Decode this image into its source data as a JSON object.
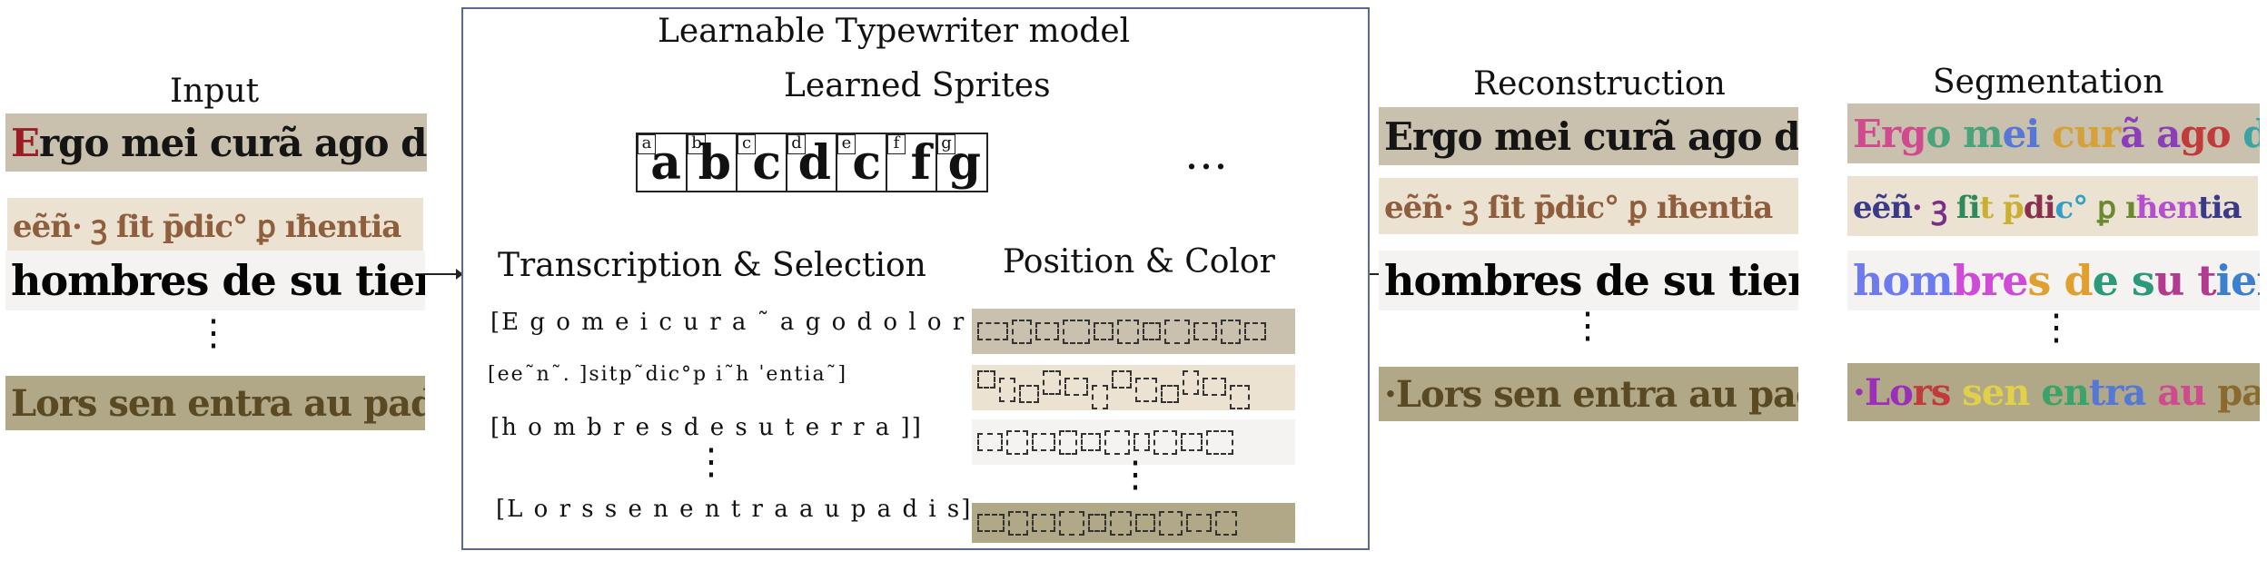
{
  "input": {
    "title": "Input",
    "lines": [
      {
        "text": "Ergo mei curã ago dolorẽ",
        "bg": "#c9c1ad",
        "color": "#151515",
        "initial_color": "#9a1f25"
      },
      {
        "text": "eẽñ· ꝫ ſit p̄dic° ꝑ ıħentia",
        "bg": "#ebe2d2",
        "color": "#8f5e3c"
      },
      {
        "text": "hombres de su tierra ⁊",
        "bg": "#f4f3f1",
        "color": "#050505"
      },
      {
        "text": "Lors sen entra au padis",
        "bg": "#b0a887",
        "color": "#5a4a24"
      }
    ]
  },
  "model": {
    "title": "Learnable Typewriter model",
    "sprites_title": "Learned Sprites",
    "sprites": [
      {
        "tag": "a",
        "glyph": "a"
      },
      {
        "tag": "b",
        "glyph": "b"
      },
      {
        "tag": "c",
        "glyph": "c"
      },
      {
        "tag": "d",
        "glyph": "d"
      },
      {
        "tag": "e",
        "glyph": "c"
      },
      {
        "tag": "f",
        "glyph": "f"
      },
      {
        "tag": "g",
        "glyph": "g"
      }
    ],
    "sprites_ellipsis": "…",
    "transcription_title": "Transcription & Selection",
    "position_title": "Position & Color",
    "transcriptions": [
      "[E g o m e i c u r a ˜ a g o  d o l o r e ˜]",
      "[ee˜n˜. ]sitp˜dic°p i˜h ˈentia˜]",
      "[h o m b r e s  d e  s u  t e r r a  ]]",
      "[L o r s  s e n  e n t r a  a u  p a d i s]"
    ],
    "position_strip_colors": [
      "#c9c1ad",
      "#ebe2d2",
      "#f4f3f1",
      "#b0a887"
    ]
  },
  "reconstruction": {
    "title": "Reconstruction",
    "lines": [
      {
        "text": "Ergo mei curã ago dolorẽ",
        "bg": "#c9c1ad",
        "color": "#151515"
      },
      {
        "text": "eẽñ· ꝫ ſit p̄dic° ꝑ ıħentia",
        "bg": "#ebe2d2",
        "color": "#8f5e3c"
      },
      {
        "text": "hombres de su tierra ⁊",
        "bg": "#f4f3f1",
        "color": "#050505"
      },
      {
        "text": "·Lors sen entra au padis",
        "bg": "#b0a887",
        "color": "#5a4a24"
      }
    ]
  },
  "segmentation": {
    "title": "Segmentation",
    "lines": [
      {
        "text": "Ergo mei curã ago dolorẽ",
        "bg": "#c9c1ad",
        "colors": [
          "#d04a8f",
          "#4aa37a",
          "#5577d6",
          "#d6a13a",
          "#8a3fb8",
          "#c23b3b",
          "#3aa3a3",
          "#7d5cc9"
        ]
      },
      {
        "text": "eẽñ· ꝫ ſit p̄dic° ꝑ ıħentia",
        "bg": "#ebe2d2",
        "colors": [
          "#3a3a8a",
          "#7b2f8a",
          "#2f8a5b",
          "#c9b12f",
          "#8a2f4e",
          "#2fa0c9",
          "#6b8a2f",
          "#b34fd0"
        ]
      },
      {
        "text": "hombres de su tierra ⁊",
        "bg": "#f4f3f1",
        "colors": [
          "#6e7bf0",
          "#d04ad8",
          "#e0a030",
          "#2a9a7a",
          "#b23a8f",
          "#3a7fd0",
          "#e05050",
          "#5a3ab8"
        ]
      },
      {
        "text": "·Lors sen entra au padis",
        "bg": "#b0a887",
        "colors": [
          "#9b2fb8",
          "#c23b3b",
          "#e0d04a",
          "#3aa36a",
          "#5577d6",
          "#d04a8f",
          "#8a6a2f",
          "#3a3ab8"
        ]
      }
    ]
  },
  "vertical_ellipsis": "⋮"
}
